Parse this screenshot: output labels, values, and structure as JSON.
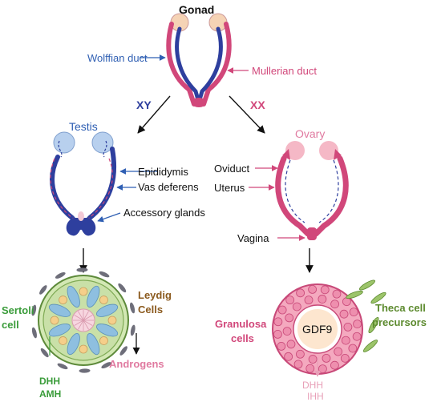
{
  "title": "Gonad",
  "top_labels": {
    "wolffian": "Wolffian duct",
    "mullerian": "Mullerian duct"
  },
  "branches": {
    "xy": "XY",
    "xx": "XX"
  },
  "male": {
    "organ": "Testis",
    "parts": [
      "Epididymis",
      "Vas deferens",
      "Accessory glands"
    ],
    "cells": {
      "leydig_line1": "Leydig",
      "leydig_line2": "Cells",
      "sertoli_line1": "Sertoli",
      "sertoli_line2": "cell"
    },
    "hormones": {
      "dhh": "DHH",
      "amh": "AMH",
      "androgens": "Androgens"
    }
  },
  "female": {
    "organ": "Ovary",
    "parts": [
      "Oviduct",
      "Uterus",
      "Vagina"
    ],
    "cells": {
      "granulosa_line1": "Granulosa",
      "granulosa_line2": "cells",
      "theca_line1": "Theca cell",
      "theca_line2": "precursors",
      "oocyte_factor": "GDF9"
    },
    "hormones": {
      "dhh": "DHH",
      "ihh": "IHH"
    }
  },
  "colors": {
    "wolffian_blue": "#2e3f9e",
    "mullerian_pink": "#d1477a",
    "label_blue": "#2f5fb3",
    "label_pink": "#d1477a",
    "leydig_brown": "#8b5a1e",
    "sertoli_green": "#3a9c3a",
    "theca_green": "#5c8a2e",
    "androgen_pink": "#e07aa0",
    "hormone_pink": "#e8a0b8"
  }
}
